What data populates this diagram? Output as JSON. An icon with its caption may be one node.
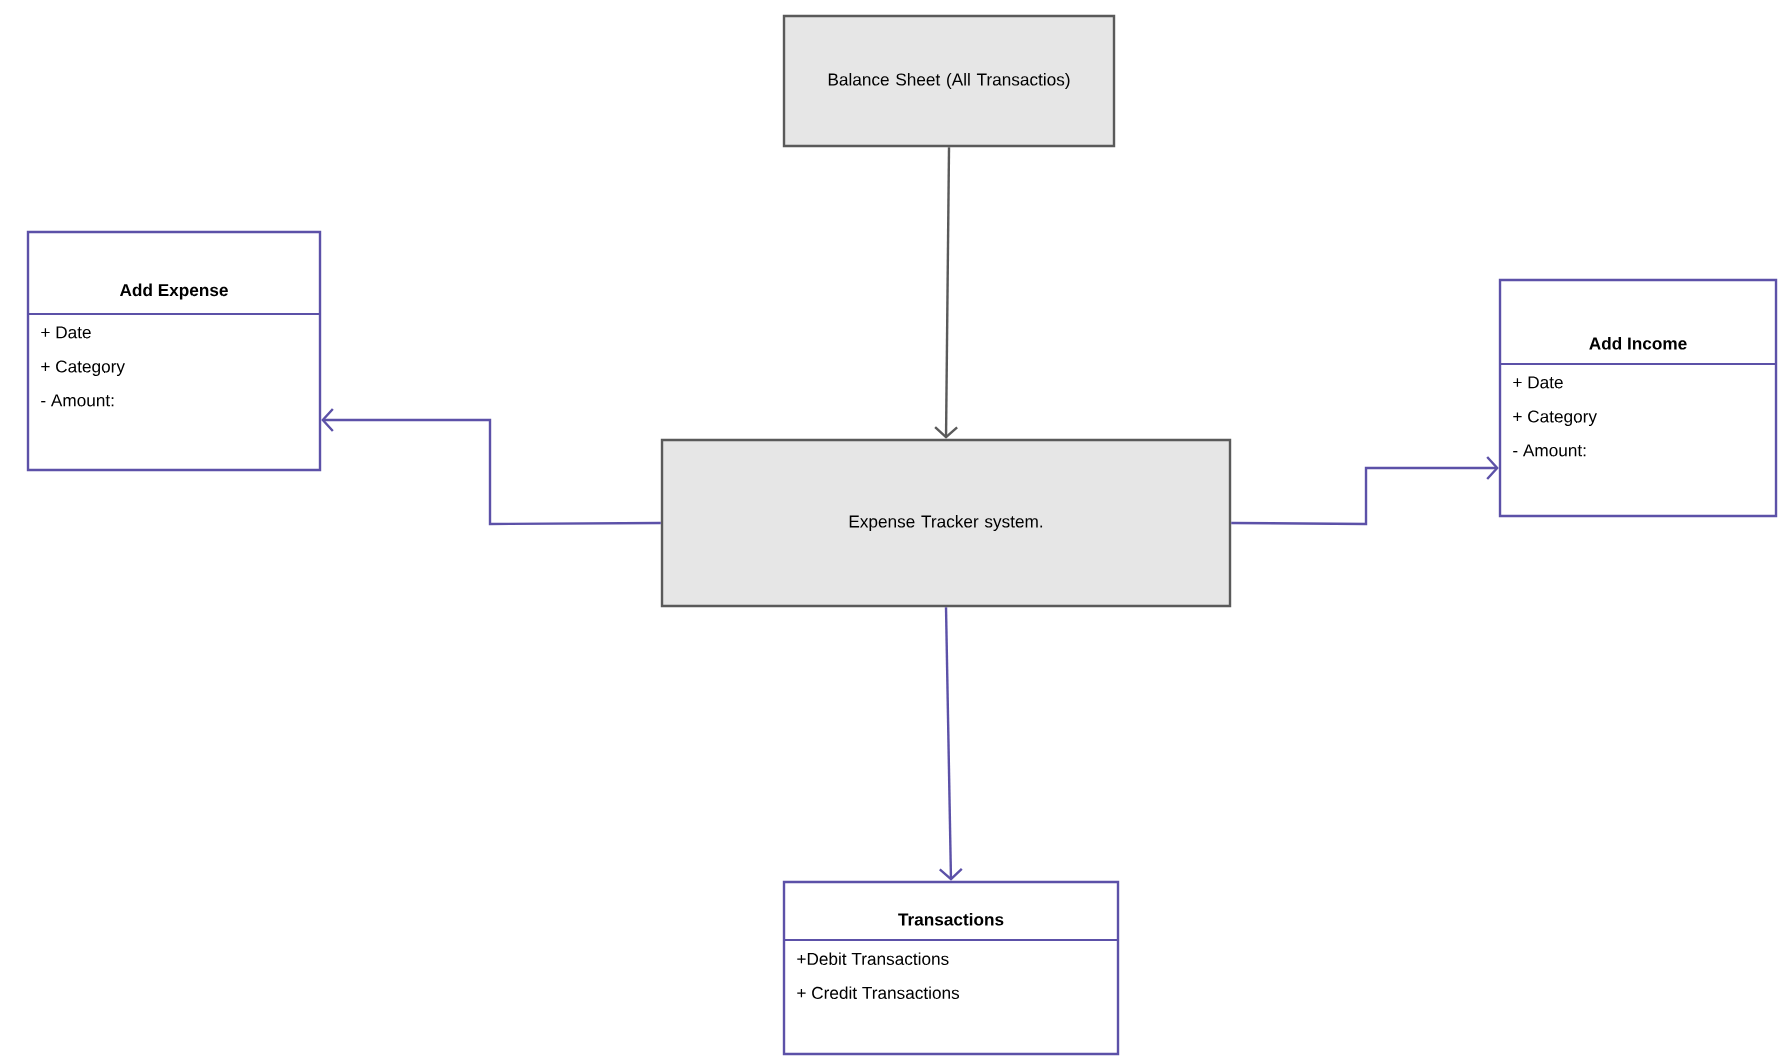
{
  "diagram": {
    "nodes": [
      {
        "text": [
          "Balance Sheet (All Transactios)"
        ]
      },
      {
        "text": [
          "Expense Tracker system."
        ]
      },
      {
        "text": [
          "Add Expense",
          "+ Date",
          "+ Category",
          "- Amount:"
        ]
      },
      {
        "text": [
          "Add Income",
          "+ Date",
          "+ Category",
          "- Amount:"
        ]
      },
      {
        "text": [
          "Transactions",
          "+Debit  Transactions",
          "+ Credit Transactions"
        ]
      }
    ],
    "edges": [
      {
        "from": 0,
        "to": 1,
        "arrow": "to",
        "color": "#5a5a5a"
      },
      {
        "from": 1,
        "to": 2,
        "arrow": "to"
      },
      {
        "from": 1,
        "to": 3,
        "arrow": "to"
      },
      {
        "from": 1,
        "to": 4,
        "arrow": "to"
      }
    ]
  }
}
